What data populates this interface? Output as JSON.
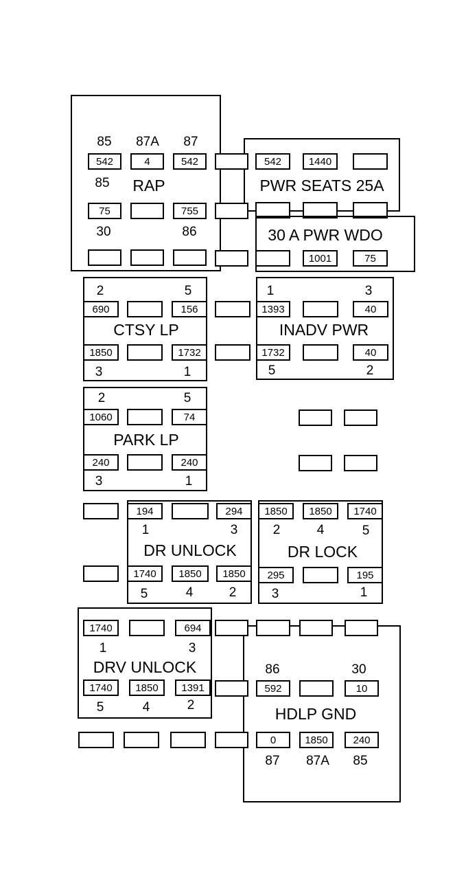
{
  "relays": [
    {
      "title": "RAP",
      "pins": [
        "85",
        "87A",
        "87",
        "85",
        "30",
        "86"
      ],
      "terminals": [
        "542",
        "4",
        "542",
        "75",
        "",
        "755",
        "",
        "",
        ""
      ]
    },
    {
      "title": "PWR SEATS 25A",
      "pins": [],
      "terminals": [
        "542",
        "1440",
        "",
        "",
        "",
        ""
      ]
    },
    {
      "title": "30 A PWR WDO",
      "pins": [],
      "terminals": [
        "",
        "1001",
        "75"
      ]
    },
    {
      "title": "CTSY LP",
      "pins": [
        "2",
        "5",
        "3",
        "1"
      ],
      "terminals": [
        "690",
        "",
        "156",
        "1850",
        "",
        "1732"
      ]
    },
    {
      "title": "INADV PWR",
      "pins": [
        "1",
        "3",
        "5",
        "2"
      ],
      "terminals": [
        "1393",
        "",
        "40",
        "1732",
        "",
        "40"
      ]
    },
    {
      "title": "PARK LP",
      "pins": [
        "2",
        "5",
        "3",
        "1"
      ],
      "terminals": [
        "1060",
        "",
        "74",
        "240",
        "",
        "240"
      ]
    },
    {
      "title": "DR UNLOCK",
      "pins": [
        "1",
        "3",
        "5",
        "4",
        "2"
      ],
      "terminals": [
        "194",
        "",
        "294",
        "1740",
        "1850",
        "1850"
      ]
    },
    {
      "title": "DR LOCK",
      "pins": [
        "2",
        "4",
        "5",
        "3",
        "1"
      ],
      "terminals": [
        "1850",
        "1850",
        "1740",
        "295",
        "",
        "195"
      ]
    },
    {
      "title": "DRV UNLOCK",
      "pins": [
        "1",
        "3",
        "5",
        "4",
        "2"
      ],
      "terminals": [
        "1740",
        "",
        "694",
        "1740",
        "1850",
        "1391"
      ]
    },
    {
      "title": "HDLP GND",
      "pins": [
        "86",
        "30",
        "87",
        "87A",
        "85"
      ],
      "terminals": [
        "592",
        "",
        "10",
        "0",
        "1850",
        "240"
      ]
    }
  ],
  "loose_terminal_count": 17
}
